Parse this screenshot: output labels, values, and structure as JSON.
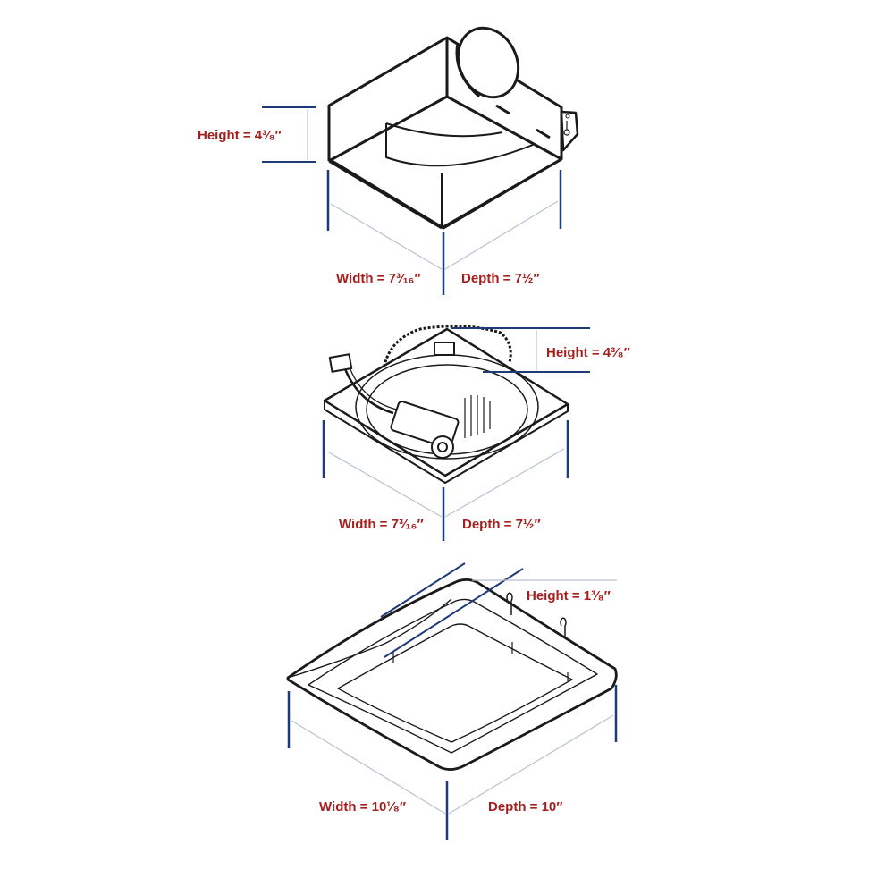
{
  "colors": {
    "label": "#a3201f",
    "dimension_line": "#1f3a78",
    "leader_line": "#b9c2d0",
    "outline": "#1a1a1a",
    "background": "#ffffff"
  },
  "diagrams": [
    {
      "name": "fan-housing",
      "labels": {
        "height": "Height = 4³⁄₈″",
        "width": "Width = 7³⁄₁₆″",
        "depth": "Depth = 7½″"
      }
    },
    {
      "name": "motor-assembly",
      "labels": {
        "height": "Height = 4³⁄₈″",
        "width": "Width = 7³⁄₁₆″",
        "depth": "Depth = 7½″"
      }
    },
    {
      "name": "grille",
      "labels": {
        "height": "Height = 1³⁄₈″",
        "width": "Width = 10¹⁄₈″",
        "depth": "Depth = 10″"
      }
    }
  ]
}
